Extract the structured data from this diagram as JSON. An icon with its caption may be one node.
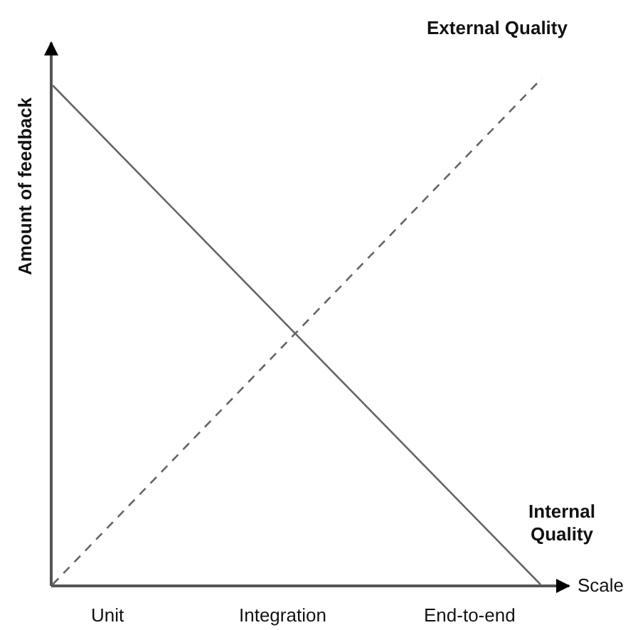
{
  "diagram": {
    "labels": [
      "External Quality",
      "Amount of feedback",
      "Internal Quality",
      "Scale",
      "Unit",
      "Integration",
      "End-to-end"
    ]
  }
}
